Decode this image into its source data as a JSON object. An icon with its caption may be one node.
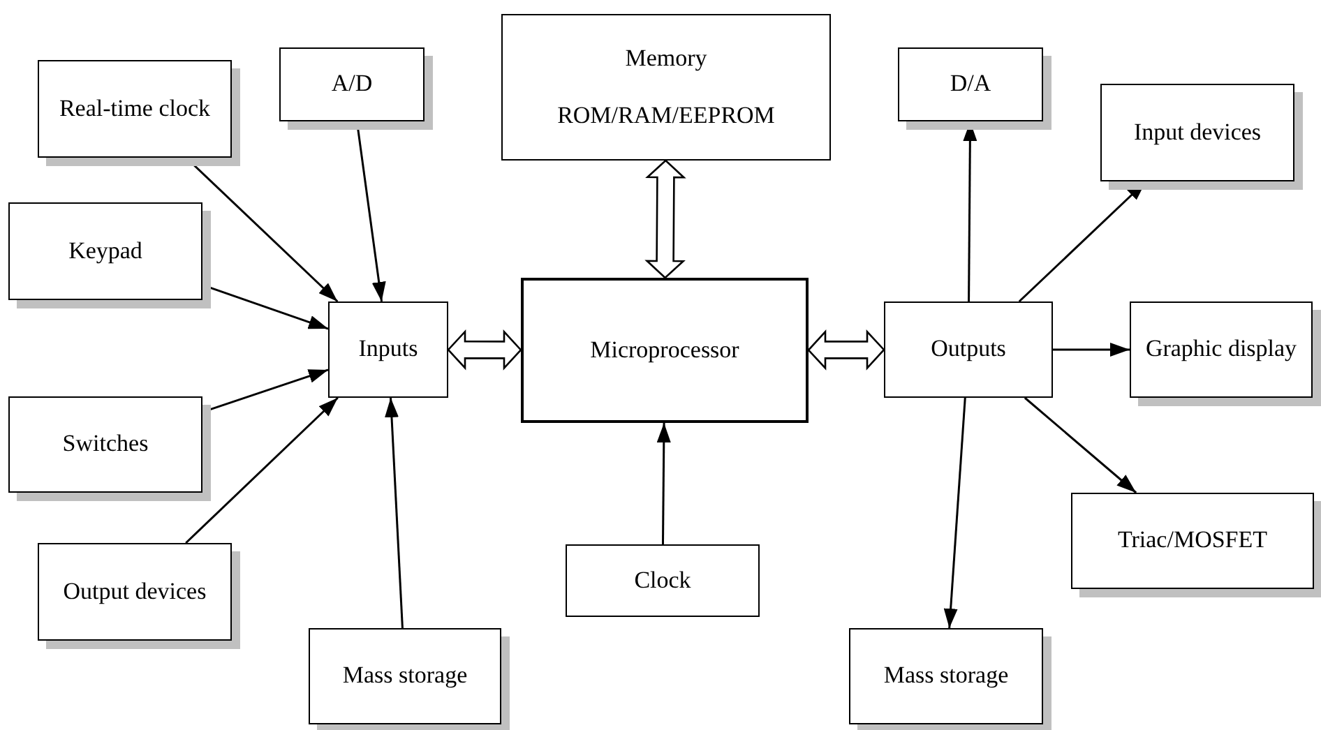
{
  "diagram": {
    "nodes": [
      {
        "text": [
          "Real-time clock"
        ]
      },
      {
        "text": [
          "A/D"
        ]
      },
      {
        "text": [
          "Keypad"
        ]
      },
      {
        "text": [
          "Switches"
        ]
      },
      {
        "text": [
          "Output devices"
        ]
      },
      {
        "text": [
          "Inputs"
        ]
      },
      {
        "text": [
          "Mass storage"
        ]
      },
      {
        "text": [
          "Memory",
          "ROM/RAM/EEPROM"
        ]
      },
      {
        "text": [
          "Microprocessor"
        ]
      },
      {
        "text": [
          "Clock"
        ]
      },
      {
        "text": [
          "Outputs"
        ]
      },
      {
        "text": [
          "D/A"
        ]
      },
      {
        "text": [
          "Input devices"
        ]
      },
      {
        "text": [
          "Graphic display"
        ]
      },
      {
        "text": [
          "Triac/MOSFET"
        ]
      },
      {
        "text": [
          "Mass storage"
        ]
      }
    ],
    "edges": [
      {
        "from": 0,
        "to": 5,
        "arrow": "to"
      },
      {
        "from": 1,
        "to": 5,
        "arrow": "to"
      },
      {
        "from": 2,
        "to": 5,
        "arrow": "to"
      },
      {
        "from": 3,
        "to": 5,
        "arrow": "to"
      },
      {
        "from": 4,
        "to": 5,
        "arrow": "to"
      },
      {
        "from": 6,
        "to": 5,
        "arrow": "to"
      },
      {
        "from": 5,
        "to": 8,
        "arrow": "both",
        "style": "thick"
      },
      {
        "from": 7,
        "to": 8,
        "arrow": "both",
        "style": "thick"
      },
      {
        "from": 9,
        "to": 8,
        "arrow": "to"
      },
      {
        "from": 8,
        "to": 10,
        "arrow": "both",
        "style": "thick"
      },
      {
        "from": 10,
        "to": 11,
        "arrow": "to"
      },
      {
        "from": 10,
        "to": 12,
        "arrow": "to"
      },
      {
        "from": 10,
        "to": 13,
        "arrow": "to"
      },
      {
        "from": 10,
        "to": 14,
        "arrow": "to"
      },
      {
        "from": 10,
        "to": 15,
        "arrow": "to"
      }
    ]
  }
}
